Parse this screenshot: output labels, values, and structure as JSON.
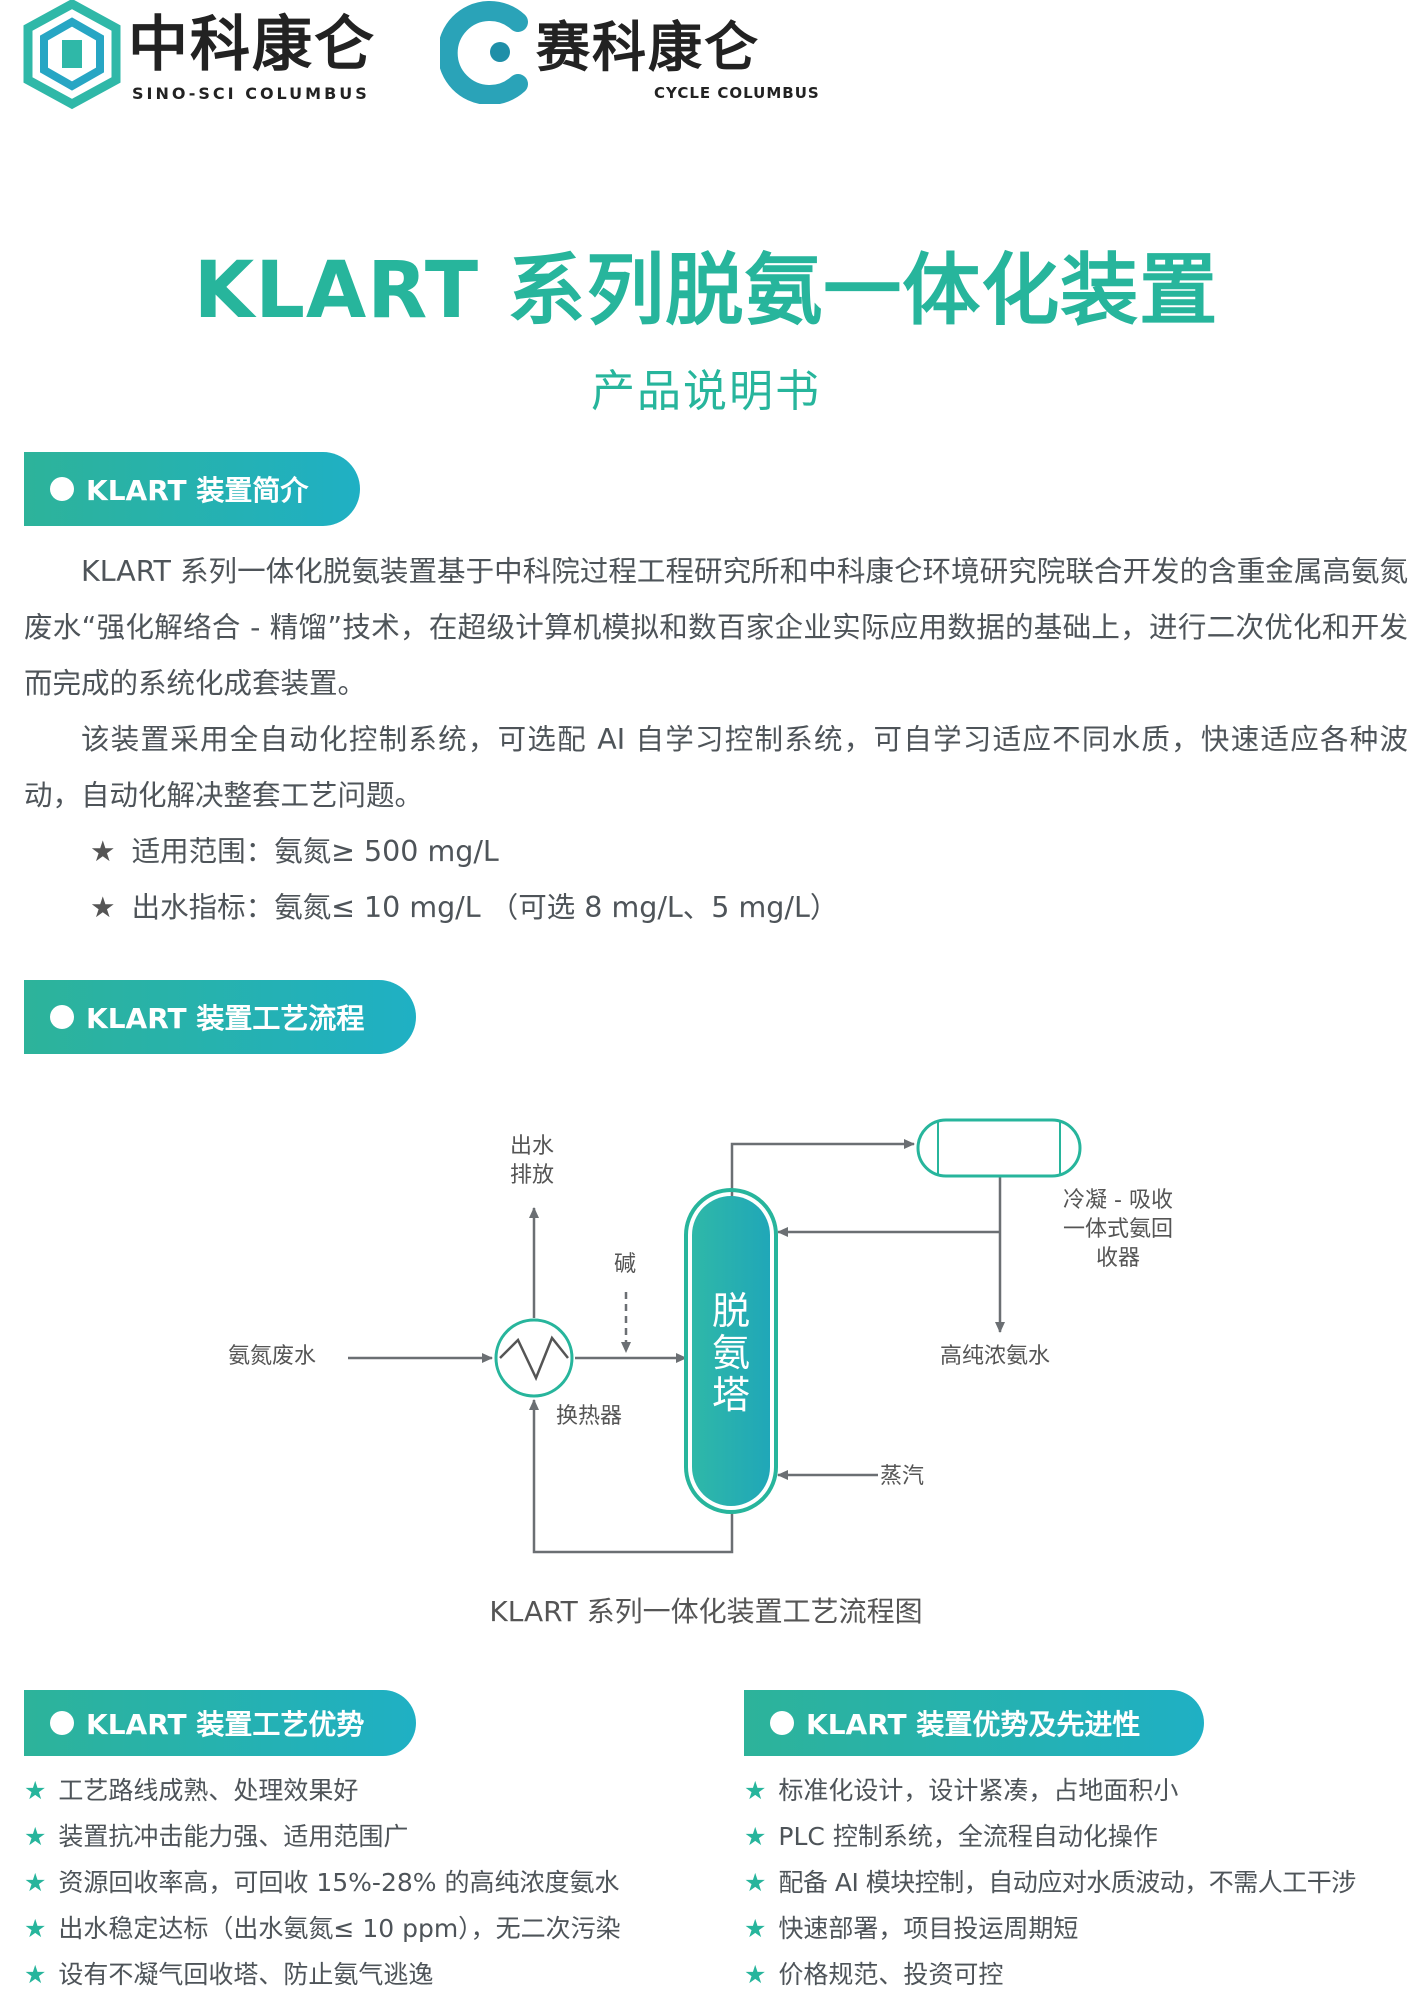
{
  "logos": {
    "left": {
      "name": "中科康仑",
      "sub": "SINO-SCI COLUMBUS"
    },
    "right": {
      "name": "赛科康仑",
      "sub": "CYCLE COLUMBUS"
    }
  },
  "title": "KLART 系列脱氨一体化装置",
  "subtitle": "产品说明书",
  "sections": {
    "intro": {
      "header": "KLART 装置简介",
      "paragraphs": [
        "KLART 系列一体化脱氨装置基于中科院过程工程研究所和中科康仑环境研究院联合开发的含重金属高氨氮废水“强化解络合 - 精馏”技术，在超级计算机模拟和数百家企业实际应用数据的基础上，进行二次优化和开发而完成的系统化成套装置。",
        "该装置采用全自动化控制系统，可选配 AI 自学习控制系统，可自学习适应不同水质，快速适应各种波动，自动化解决整套工艺问题。"
      ],
      "bullets": [
        "适用范围：氨氮≥ 500 mg/L",
        "出水指标：氨氮≤ 10 mg/L （可选 8 mg/L、5 mg/L）"
      ]
    },
    "process": {
      "header": "KLART 装置工艺流程",
      "diagram": {
        "outlet": [
          "出水",
          "排放"
        ],
        "alkali": "碱",
        "feed": "氨氮废水",
        "exchanger": "换热器",
        "tower": [
          "脱",
          "氨",
          "塔"
        ],
        "condenser": [
          "冷凝 - 吸收",
          "一体式氨回",
          "收器"
        ],
        "product": "高纯浓氨水",
        "steam": "蒸汽"
      },
      "caption": "KLART 系列一体化装置工艺流程图"
    },
    "advantages": {
      "header": "KLART 装置工艺优势",
      "items": [
        "工艺路线成熟、处理效果好",
        "装置抗冲击能力强、适用范围广",
        "资源回收率高，可回收 15%-28% 的高纯浓度氨水",
        "出水稳定达标（出水氨氮≤ 10 ppm），无二次污染",
        "设有不凝气回收塔、防止氨气逃逸"
      ]
    },
    "superiority": {
      "header": "KLART 装置优势及先进性",
      "items": [
        "标准化设计，设计紧凑，占地面积小",
        "PLC 控制系统，全流程自动化操作",
        "配备 AI 模块控制，自动应对水质波动，不需人工干涉",
        "快速部署，项目投运周期短",
        "价格规范、投资可控"
      ]
    }
  },
  "colors": {
    "accent": "#27b59c",
    "accent2": "#1fb0c4",
    "text": "#4e5459"
  }
}
